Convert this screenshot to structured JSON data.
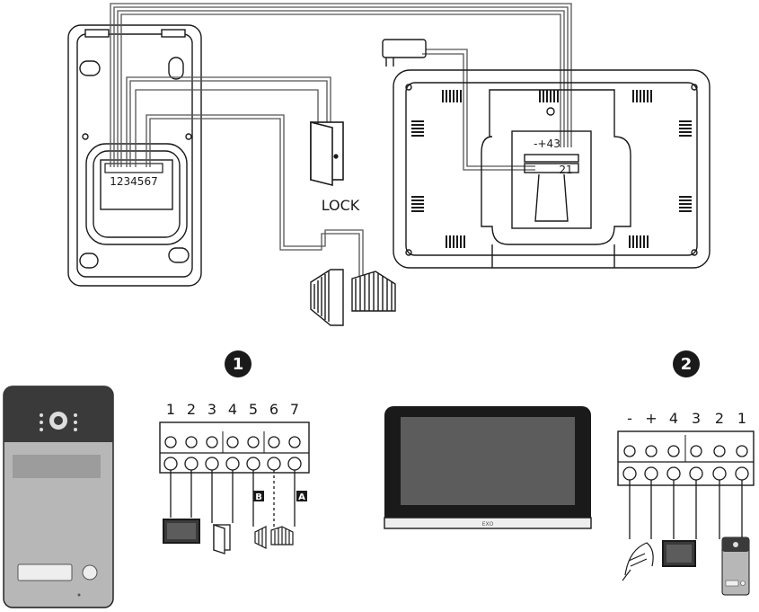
{
  "outdoor_panel_terminals": "1234567",
  "lock_label": "LOCK",
  "monitor_terminals_top": "-+43",
  "monitor_terminals_bottom": "21",
  "step_badges": [
    "1",
    "2"
  ],
  "panel_terminal_numbers": [
    "1",
    "2",
    "3",
    "4",
    "5",
    "6",
    "7"
  ],
  "panel_option_tags": [
    "B",
    "A"
  ],
  "monitor_terminal_labels": [
    "-",
    "+",
    "4",
    "3",
    "2",
    "1"
  ],
  "monitor_brand": "ЕХО",
  "colors": {
    "line": "#1a1a1a",
    "wire": "#555555",
    "screen": "#5c5c5c",
    "panel_body": "#b7b7b7",
    "panel_top": "#3a3a3a"
  }
}
